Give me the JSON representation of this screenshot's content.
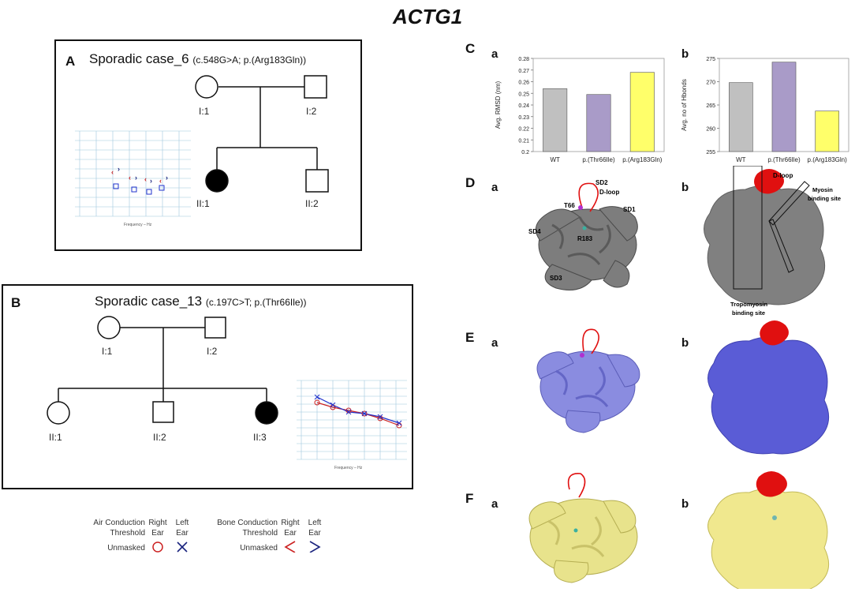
{
  "figure": {
    "title": "ACTG1"
  },
  "panelA": {
    "label": "A",
    "case_title": "Sporadic case_6",
    "case_variant": "(c.548G>A; p.(Arg183Gln))",
    "individuals": [
      "I:1",
      "I:2",
      "II:1",
      "II:2"
    ],
    "audiogram_xlabel": "Frequency – Hz"
  },
  "panelB": {
    "label": "B",
    "case_title": "Sporadic case_13",
    "case_variant": "(c.197C>T; p.(Thr66Ile))",
    "individuals": [
      "I:1",
      "I:2",
      "II:1",
      "II:2",
      "II:3"
    ],
    "audiogram_xlabel": "Frequency – Hz"
  },
  "legend": {
    "air_label": "Air Conduction Threshold",
    "bone_label": "Bone Conduction Threshold",
    "right_ear": "Right Ear",
    "left_ear": "Left Ear",
    "unmasked": "Unmasked",
    "colors": {
      "right": "#cc2222",
      "left": "#1a237e"
    }
  },
  "panelC": {
    "label": "C",
    "chart_data": [
      {
        "type": "bar",
        "sub": "a",
        "categories": [
          "WT",
          "p.(Thr66Ile)",
          "p.(Arg183Gln)"
        ],
        "values": [
          0.254,
          0.249,
          0.268
        ],
        "colors": [
          "#c0c0c0",
          "#a99bc8",
          "#ffff6a"
        ],
        "ylabel": "Avg. RMSD (nm)",
        "ylim": [
          0.2,
          0.28
        ],
        "yticks": [
          "0.2",
          "0.21",
          "0.22",
          "0.23",
          "0.24",
          "0.25",
          "0.26",
          "0.27",
          "0.28"
        ]
      },
      {
        "type": "bar",
        "sub": "b",
        "categories": [
          "WT",
          "p.(Thr66Ile)",
          "p.(Arg183Gln)"
        ],
        "values": [
          269.8,
          274.2,
          263.7
        ],
        "colors": [
          "#c0c0c0",
          "#a99bc8",
          "#ffff6a"
        ],
        "ylabel": "Avg. no of Hbonds",
        "ylim": [
          255,
          275
        ],
        "yticks": [
          "255",
          "260",
          "265",
          "270",
          "275"
        ]
      }
    ]
  },
  "panelD": {
    "label": "D",
    "sub_a": "a",
    "sub_b": "b",
    "labels": [
      "SD2",
      "D-loop",
      "T66",
      "SD1",
      "SD4",
      "R183",
      "SD3"
    ],
    "surface_labels": [
      "D-loop",
      "Myosin",
      "binding site",
      "Tropomyosin",
      "binding site"
    ]
  },
  "panelE": {
    "label": "E",
    "sub_a": "a",
    "sub_b": "b"
  },
  "panelF": {
    "label": "F",
    "sub_a": "a",
    "sub_b": "b"
  }
}
